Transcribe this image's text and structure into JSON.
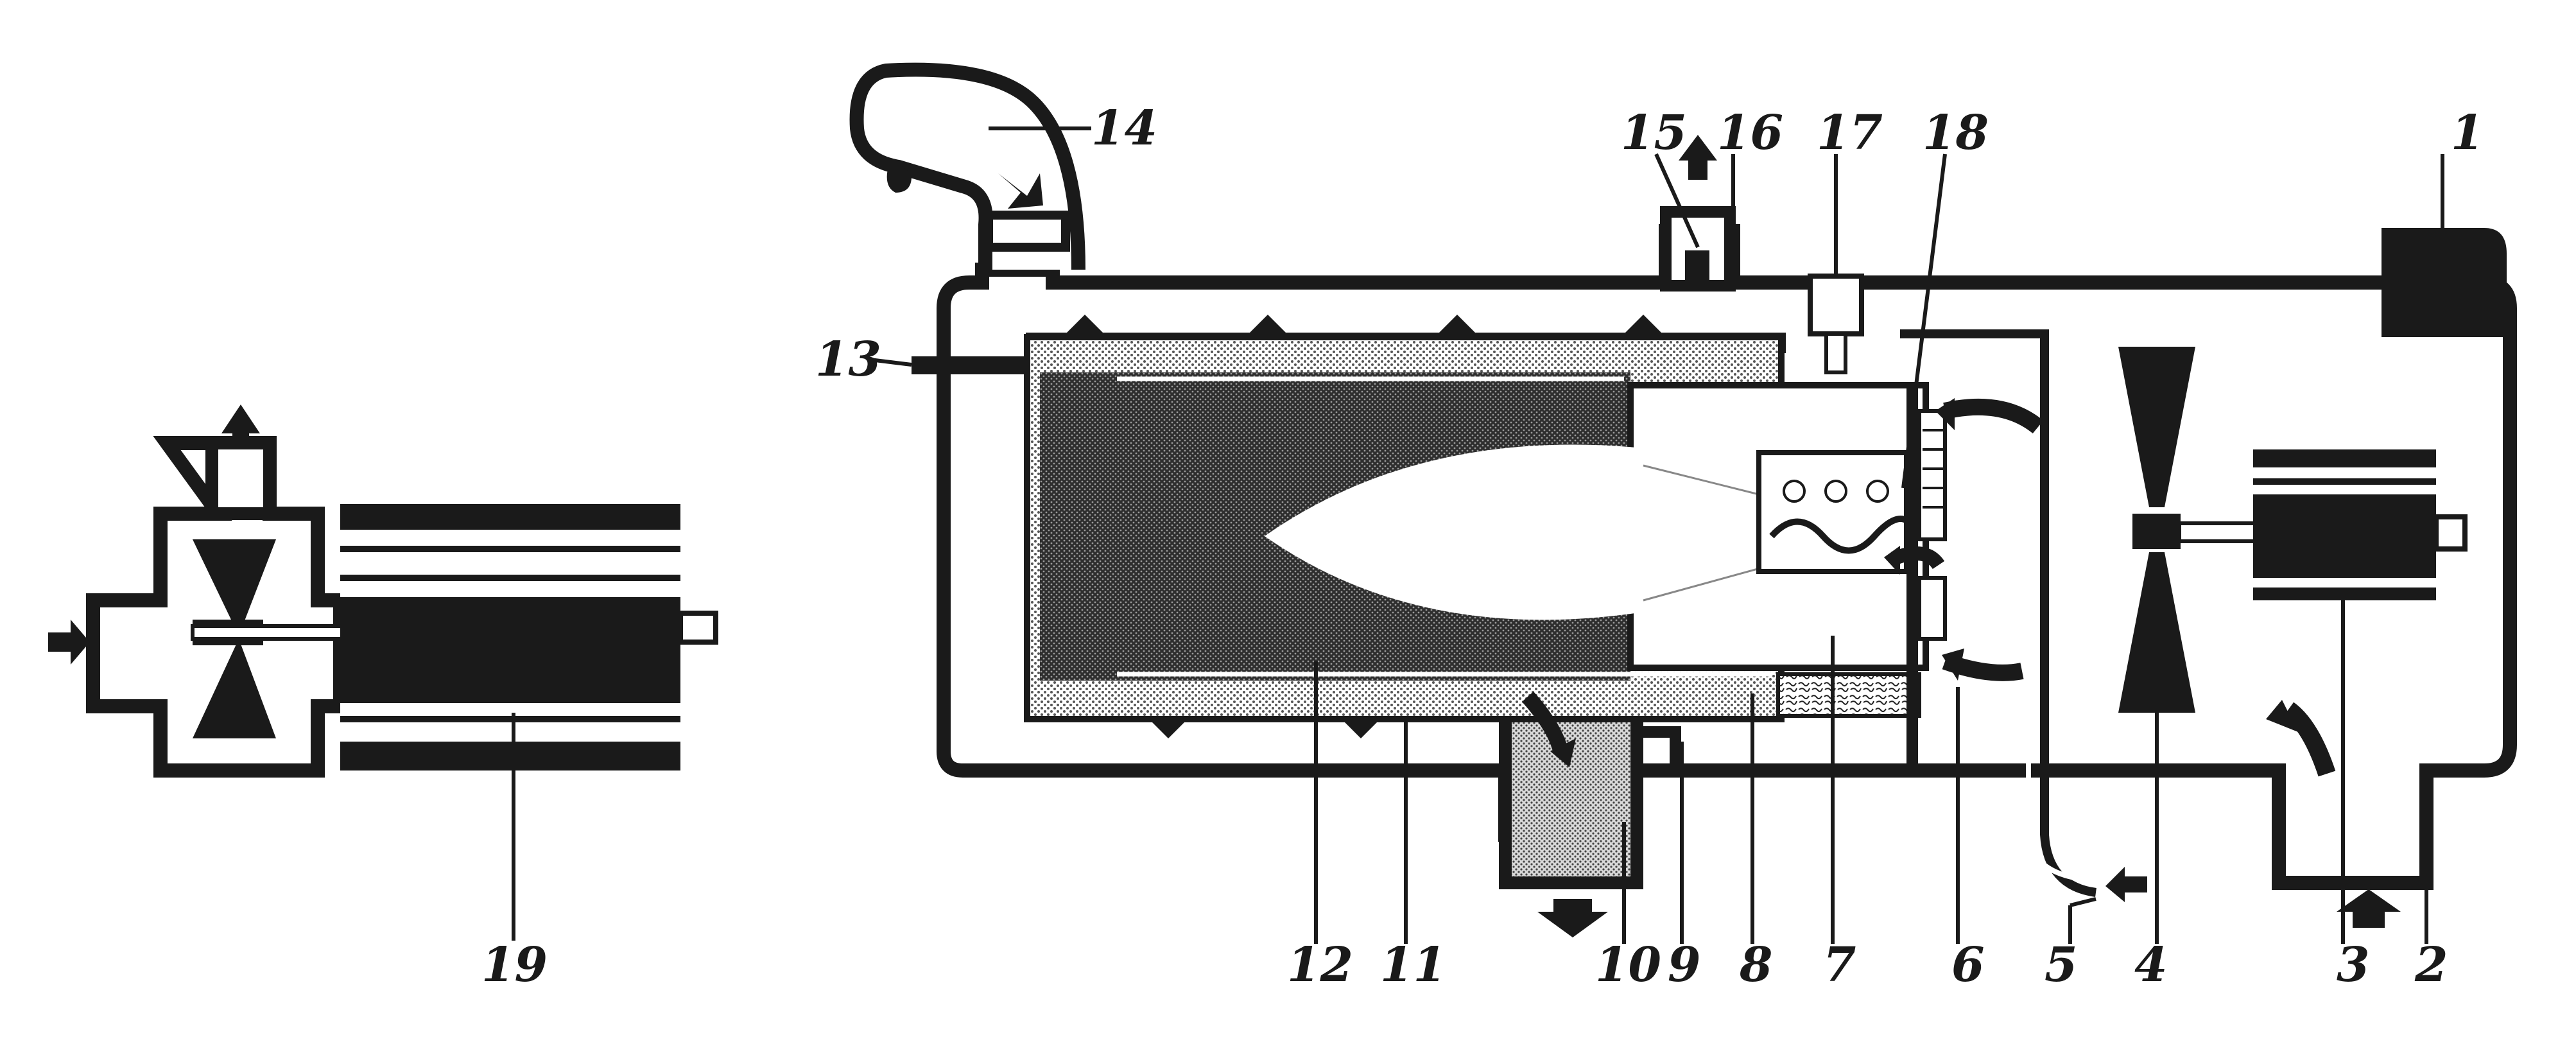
{
  "diagram": {
    "labels": {
      "l1": "1",
      "l2": "2",
      "l3": "3",
      "l4": "4",
      "l5": "5",
      "l6": "6",
      "l7": "7",
      "l8": "8",
      "l9": "9",
      "l10": "10",
      "l11": "11",
      "l12": "12",
      "l13": "13",
      "l14": "14",
      "l15": "15",
      "l16": "16",
      "l17": "17",
      "l18": "18",
      "l19": "19"
    }
  },
  "colors": {
    "ink": "#1a1a1a",
    "background": "#ffffff",
    "dark_fill": "#333333",
    "light_fill": "#cfcfcf"
  }
}
